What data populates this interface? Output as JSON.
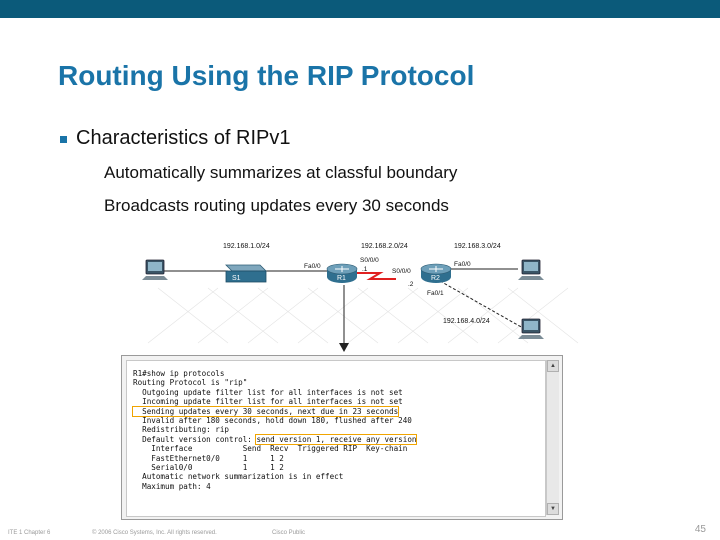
{
  "slide": {
    "title": "Routing Using the RIP Protocol",
    "bullet": "Characteristics of RIPv1",
    "sub_bullets": [
      "Automatically summarizes at classful boundary",
      "Broadcasts routing updates every 30 seconds"
    ]
  },
  "diagram": {
    "networks": {
      "lan1": "192.168.1.0/24",
      "wan": "192.168.2.0/24",
      "lan3": "192.168.3.0/24",
      "lan4": "192.168.4.0/24"
    },
    "devices": {
      "switch": "S1",
      "router1": "R1",
      "router2": "R2"
    },
    "interfaces": {
      "r1_fa": "Fa0/0",
      "r1_serial": "S0/0/0",
      "r1_host": ".1",
      "r2_serial": "S0/0/0",
      "r2_host": ".2",
      "r2_fa0": "Fa0/0",
      "r2_fa1": "Fa0/1"
    },
    "colors": {
      "link": "#222222",
      "serial_link": "#e02020",
      "router": "#2f6f8f"
    }
  },
  "terminal": {
    "lines": [
      "R1#show ip protocols",
      "Routing Protocol is \"rip\"",
      "  Outgoing update filter list for all interfaces is not set",
      "  Incoming update filter list for all interfaces is not set",
      "  Sending updates every 30 seconds, next due in 23 seconds",
      "  Invalid after 180 seconds, hold down 180, flushed after 240",
      "  Redistributing: rip",
      "  Default version control: send version 1, receive any version",
      "    Interface           Send  Recv  Triggered RIP  Key-chain",
      "    FastEthernet0/0     1     1 2",
      "    Serial0/0           1     1 2",
      "  Automatic network summarization is in effect",
      "  Maximum path: 4"
    ],
    "highlight_color": "#f0a400",
    "default_version_prefix": "  Default version control: ",
    "default_version_value": "send version 1, receive any version"
  },
  "footer": {
    "course": "ITE 1 Chapter 6",
    "copyright": "© 2006 Cisco Systems, Inc. All rights reserved.",
    "classification": "Cisco Public",
    "page": "45"
  }
}
